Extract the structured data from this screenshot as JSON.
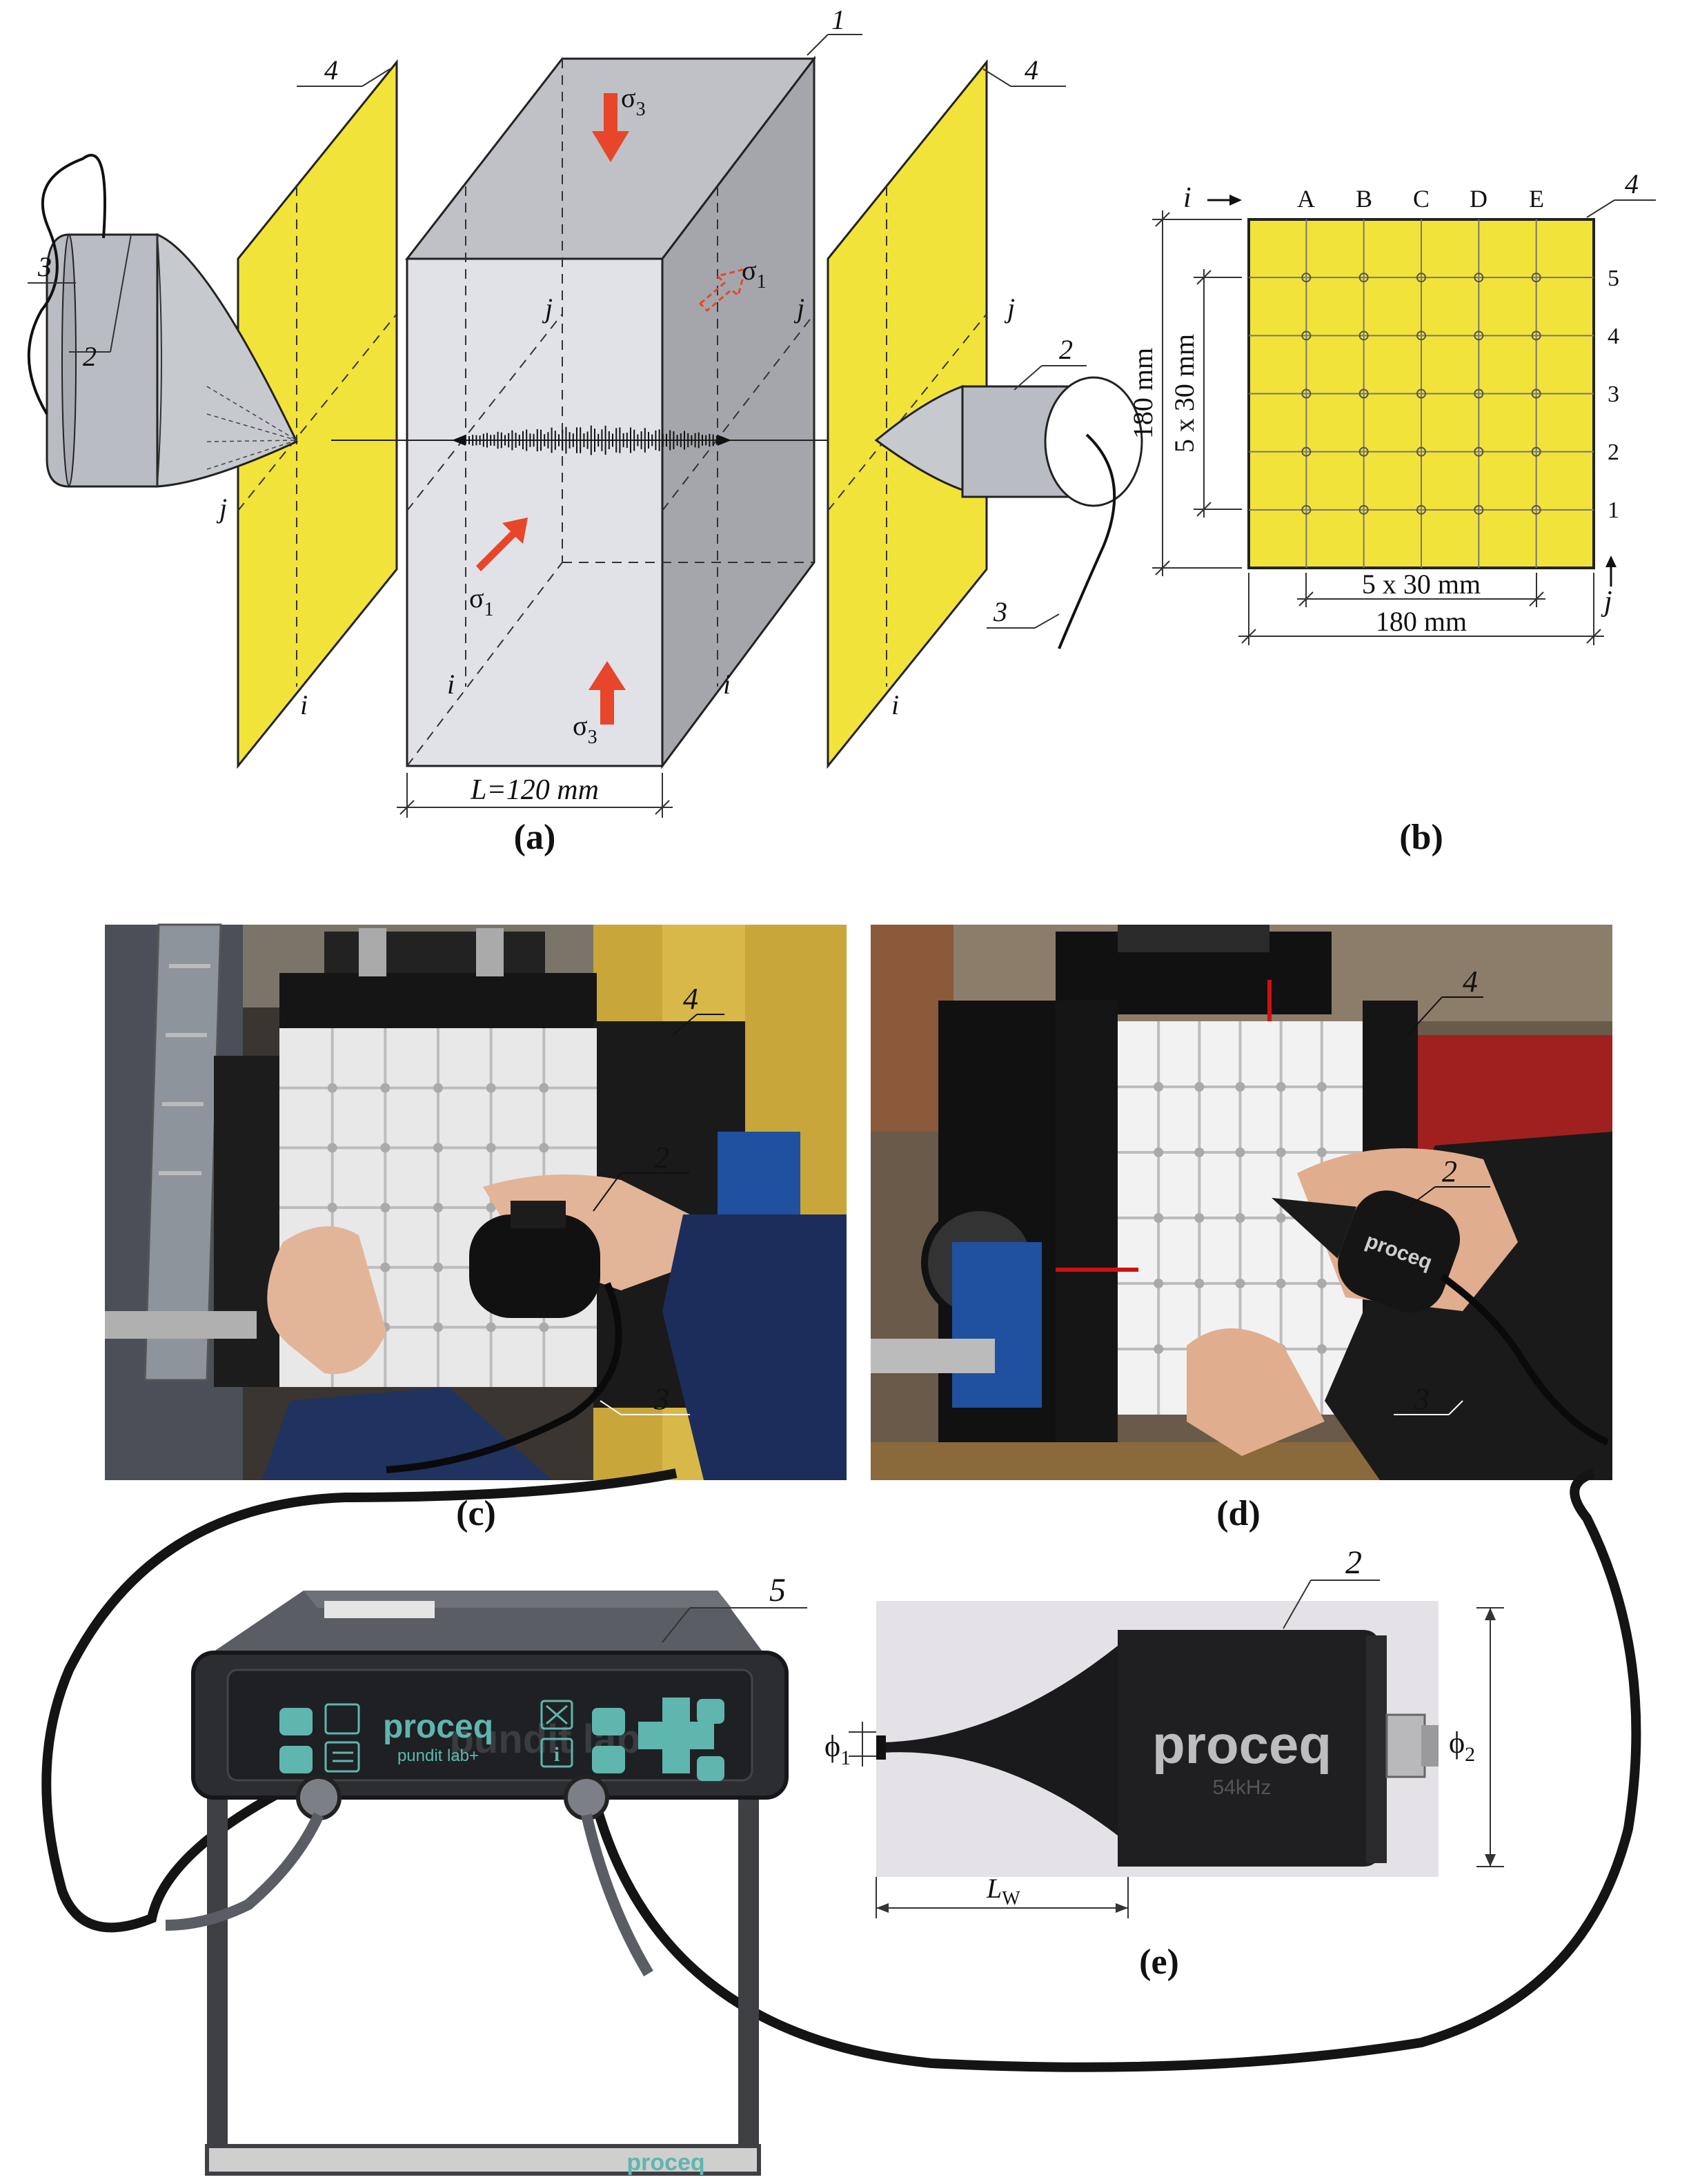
{
  "panels": {
    "a": {
      "caption": "(a)",
      "num_specimen": "1",
      "num_transducer_left": "2",
      "num_transducer_right": "2",
      "num_cable_left": "3",
      "num_cable_right": "3",
      "num_plate_left": "4",
      "num_plate_right": "4",
      "sigma3": "σ",
      "sigma3_sub": "3",
      "sigma1": "σ",
      "sigma1_sub": "1",
      "axis_i": "i",
      "axis_j": "j",
      "length_label": "L=120 mm"
    },
    "b": {
      "caption": "(b)",
      "num_plate": "4",
      "axis_i": "i",
      "axis_j": "j",
      "columns": [
        "A",
        "B",
        "C",
        "D",
        "E"
      ],
      "rows": [
        "5",
        "4",
        "3",
        "2",
        "1"
      ],
      "dim_inner_h": "5 x 30 mm",
      "dim_outer_h": "180 mm",
      "dim_inner_v": "5 x 30 mm",
      "dim_outer_v": "180 mm"
    },
    "c": {
      "caption": "(c)",
      "num_plate": "4",
      "num_transducer": "2",
      "num_cable": "3"
    },
    "d": {
      "caption": "(d)",
      "num_plate": "4",
      "num_transducer": "2",
      "num_cable": "3",
      "brand": "proceq"
    },
    "e": {
      "caption": "(e)",
      "num_transducer": "2",
      "num_device": "5",
      "brand": "proceq",
      "freq": "54kHz",
      "phi1": "ϕ",
      "phi1_sub": "1",
      "phi2": "ϕ",
      "phi2_sub": "2",
      "lw": "L",
      "lw_sub": "W",
      "device_brand": "proceq",
      "device_model": "pundit lab+",
      "device_watermark": "pundit lab",
      "stand_brand": "proceq"
    }
  },
  "colors": {
    "plate": "#f2e33a",
    "specimen_front": "#e0e2e8",
    "specimen_top": "#bfc1c6",
    "specimen_side": "#a4a6ab",
    "arrow": "#e8462a",
    "device_body": "#2b2d31",
    "device_button": "#5fb6ae"
  }
}
